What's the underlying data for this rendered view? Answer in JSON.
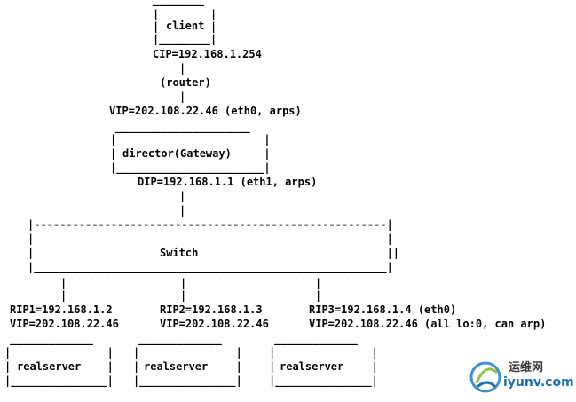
{
  "diagram": {
    "client_label": "client",
    "cip": "CIP=192.168.1.254",
    "router_label": "(router)",
    "vip_director": "VIP=202.108.22.46 (eth0, arps)",
    "director_label": "director(Gateway)",
    "dip": "DIP=192.168.1.1 (eth1, arps)",
    "switch_label": "Switch",
    "rip1": "RIP1=192.168.1.2",
    "vip1": "VIP=202.108.22.46",
    "rip2": "RIP2=192.168.1.3",
    "vip2": "VIP=202.108.22.46",
    "rip3": "RIP3=192.168.1.4 (eth0)",
    "vip3": "VIP=202.108.22.46 (all lo:0, can arp)",
    "realserver1_label": "realserver",
    "realserver2_label": "realserver",
    "realserver3_label": "realserver"
  },
  "watermark": {
    "text_cn": "运维网",
    "text_en": "iyunv.com"
  },
  "colors": {
    "text": "#000000",
    "background": "#ffffff",
    "watermark_blue": "#1f6fb2",
    "watermark_gray": "#3a3a3a"
  }
}
